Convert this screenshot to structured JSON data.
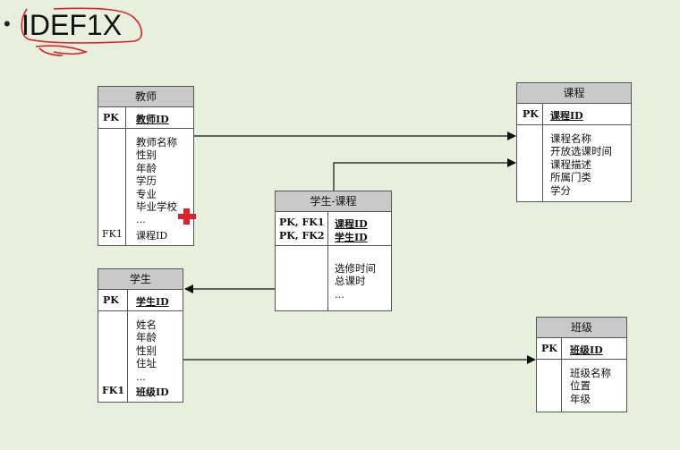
{
  "slide": {
    "bullet": "•",
    "title": "IDEF1X"
  },
  "entities": {
    "teacher": {
      "name": "教师",
      "pk_label": "PK",
      "pk_attr": "教师ID",
      "attributes": [
        "教师名称",
        "性别",
        "年龄",
        "学历",
        "专业",
        "毕业学校",
        "..."
      ],
      "fk_label": "FK1",
      "fk_attr": "课程ID"
    },
    "course": {
      "name": "课程",
      "pk_label": "PK",
      "pk_attr": "课程ID",
      "attributes": [
        "课程名称",
        "开放选课时间",
        "课程描述",
        "所属门类",
        "学分"
      ]
    },
    "student_course": {
      "name": "学生-课程",
      "pk_label_1": "PK, FK1",
      "pk_attr_1": "课程ID",
      "pk_label_2": "PK, FK2",
      "pk_attr_2": "学生ID",
      "attributes": [
        "选修时间",
        "总课时",
        "..."
      ]
    },
    "student": {
      "name": "学生",
      "pk_label": "PK",
      "pk_attr": "学生ID",
      "attributes": [
        "姓名",
        "年龄",
        "性别",
        "住址",
        "..."
      ],
      "fk_label": "FK1",
      "fk_attr": "班级ID"
    },
    "class": {
      "name": "班级",
      "pk_label": "PK",
      "pk_attr": "班级ID",
      "attributes": [
        "班级名称",
        "位置",
        "年级"
      ]
    }
  },
  "colors": {
    "background": "#e6f0dc",
    "header": "#c9c9c9",
    "annotation": "#e0202a"
  }
}
